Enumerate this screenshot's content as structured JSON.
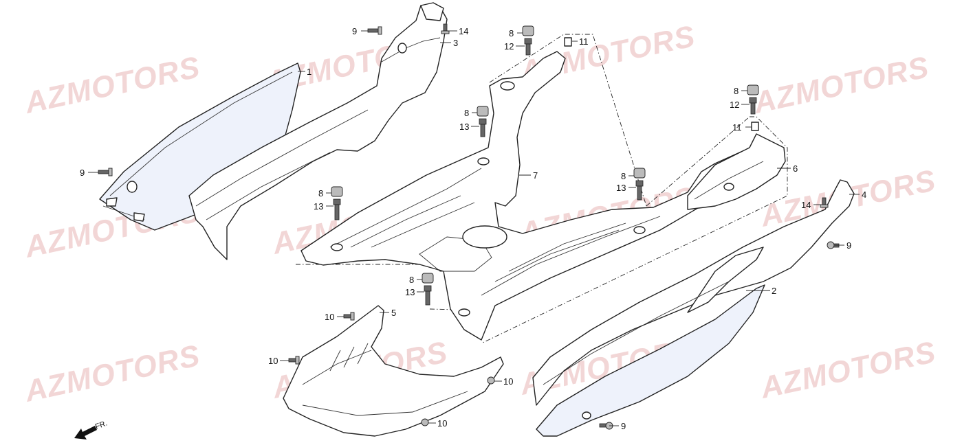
{
  "watermark": "AZMOTORS",
  "direction_label": "FR.",
  "callouts": [
    {
      "id": "c1",
      "label": "1"
    },
    {
      "id": "c2",
      "label": "2"
    },
    {
      "id": "c3",
      "label": "3"
    },
    {
      "id": "c4",
      "label": "4"
    },
    {
      "id": "c5",
      "label": "5"
    },
    {
      "id": "c6",
      "label": "6"
    },
    {
      "id": "c7",
      "label": "7"
    },
    {
      "id": "c8a",
      "label": "8"
    },
    {
      "id": "c8b",
      "label": "8"
    },
    {
      "id": "c8c",
      "label": "8"
    },
    {
      "id": "c8d",
      "label": "8"
    },
    {
      "id": "c8e",
      "label": "8"
    },
    {
      "id": "c8f",
      "label": "8"
    },
    {
      "id": "c9a",
      "label": "9"
    },
    {
      "id": "c9b",
      "label": "9"
    },
    {
      "id": "c9c",
      "label": "9"
    },
    {
      "id": "c9d",
      "label": "9"
    },
    {
      "id": "c10a",
      "label": "10"
    },
    {
      "id": "c10b",
      "label": "10"
    },
    {
      "id": "c10c",
      "label": "10"
    },
    {
      "id": "c10d",
      "label": "10"
    },
    {
      "id": "c11a",
      "label": "11"
    },
    {
      "id": "c11b",
      "label": "11"
    },
    {
      "id": "c12a",
      "label": "12"
    },
    {
      "id": "c12b",
      "label": "12"
    },
    {
      "id": "c13a",
      "label": "13"
    },
    {
      "id": "c13b",
      "label": "13"
    },
    {
      "id": "c13c",
      "label": "13"
    },
    {
      "id": "c13d",
      "label": "13"
    },
    {
      "id": "c14a",
      "label": "14"
    },
    {
      "id": "c14b",
      "label": "14"
    }
  ]
}
